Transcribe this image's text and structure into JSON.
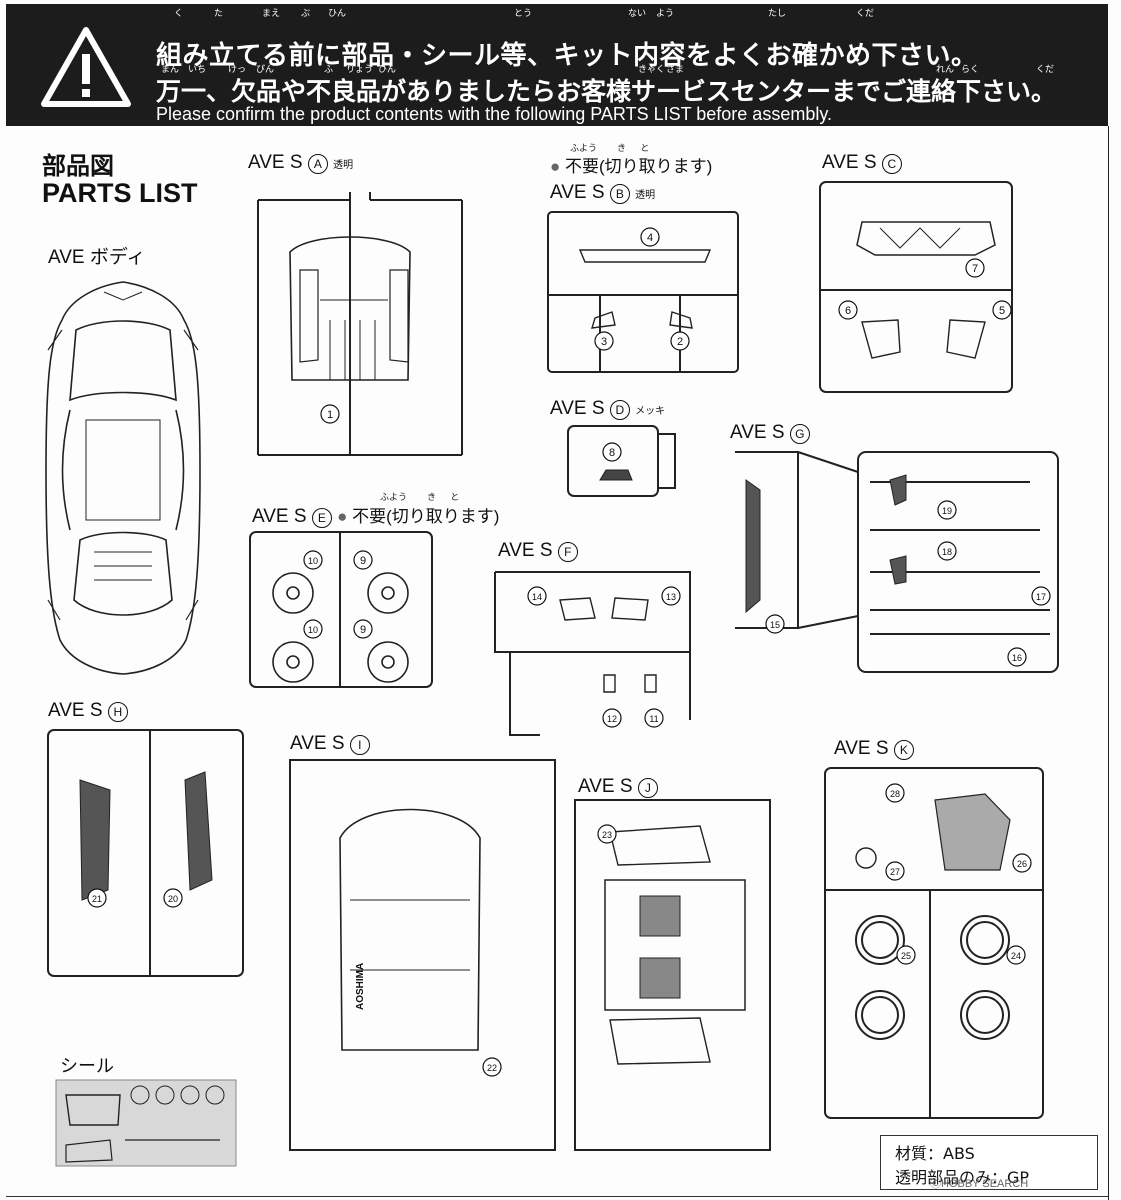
{
  "warning": {
    "line1": "組み立てる前に部品・シール等、キット内容をよくお確かめ下さい。",
    "line2": "万一、欠品や不良品がありましたらお客様サービスセンターまでご連絡下さい。",
    "line3": "Please confirm the product contents with the following PARTS LIST before assembly.",
    "ruby1": [
      "く",
      "た",
      "まえ",
      "ぶ",
      "ひん",
      "とう",
      "ない",
      "よう",
      "たし",
      "くだ"
    ],
    "ruby2": [
      "まん",
      "いち",
      "けっ",
      "ぴん",
      "ふ",
      "りょう",
      "ひん",
      "きゃく",
      "さま",
      "れん",
      "らく",
      "くだ"
    ]
  },
  "heading": {
    "jp": "部品図",
    "en": "PARTS LIST"
  },
  "body_label": "AVE ボディ",
  "sprues": {
    "A": {
      "name": "AVE S",
      "mark": "A",
      "note": "透明"
    },
    "B": {
      "name": "AVE S",
      "mark": "B",
      "note": "透明"
    },
    "C": {
      "name": "AVE S",
      "mark": "C",
      "note": ""
    },
    "D": {
      "name": "AVE S",
      "mark": "D",
      "note": "メッキ"
    },
    "E": {
      "name": "AVE S",
      "mark": "E",
      "note": ""
    },
    "F": {
      "name": "AVE S",
      "mark": "F",
      "note": ""
    },
    "G": {
      "name": "AVE S",
      "mark": "G",
      "note": ""
    },
    "H": {
      "name": "AVE S",
      "mark": "H",
      "note": ""
    },
    "I": {
      "name": "AVE S",
      "mark": "I",
      "note": ""
    },
    "J": {
      "name": "AVE S",
      "mark": "J",
      "note": ""
    },
    "K": {
      "name": "AVE S",
      "mark": "K",
      "note": ""
    }
  },
  "unneeded": {
    "bullet": "●",
    "text": "不要(切り取ります)",
    "furigana": [
      "ふよう",
      "き",
      "と"
    ]
  },
  "parts": [
    "1",
    "2",
    "3",
    "4",
    "5",
    "6",
    "7",
    "8",
    "9",
    "9",
    "10",
    "10",
    "11",
    "12",
    "13",
    "14",
    "15",
    "16",
    "17",
    "18",
    "19",
    "20",
    "21",
    "22",
    "23",
    "24",
    "25",
    "26",
    "27",
    "28"
  ],
  "stamp": "AOSHIMA",
  "seal_label": "シール",
  "material": {
    "line1": "材質：ABS",
    "line2": "透明部品のみ：GP"
  },
  "watermark": "ⒸHOBBY SEARCH"
}
